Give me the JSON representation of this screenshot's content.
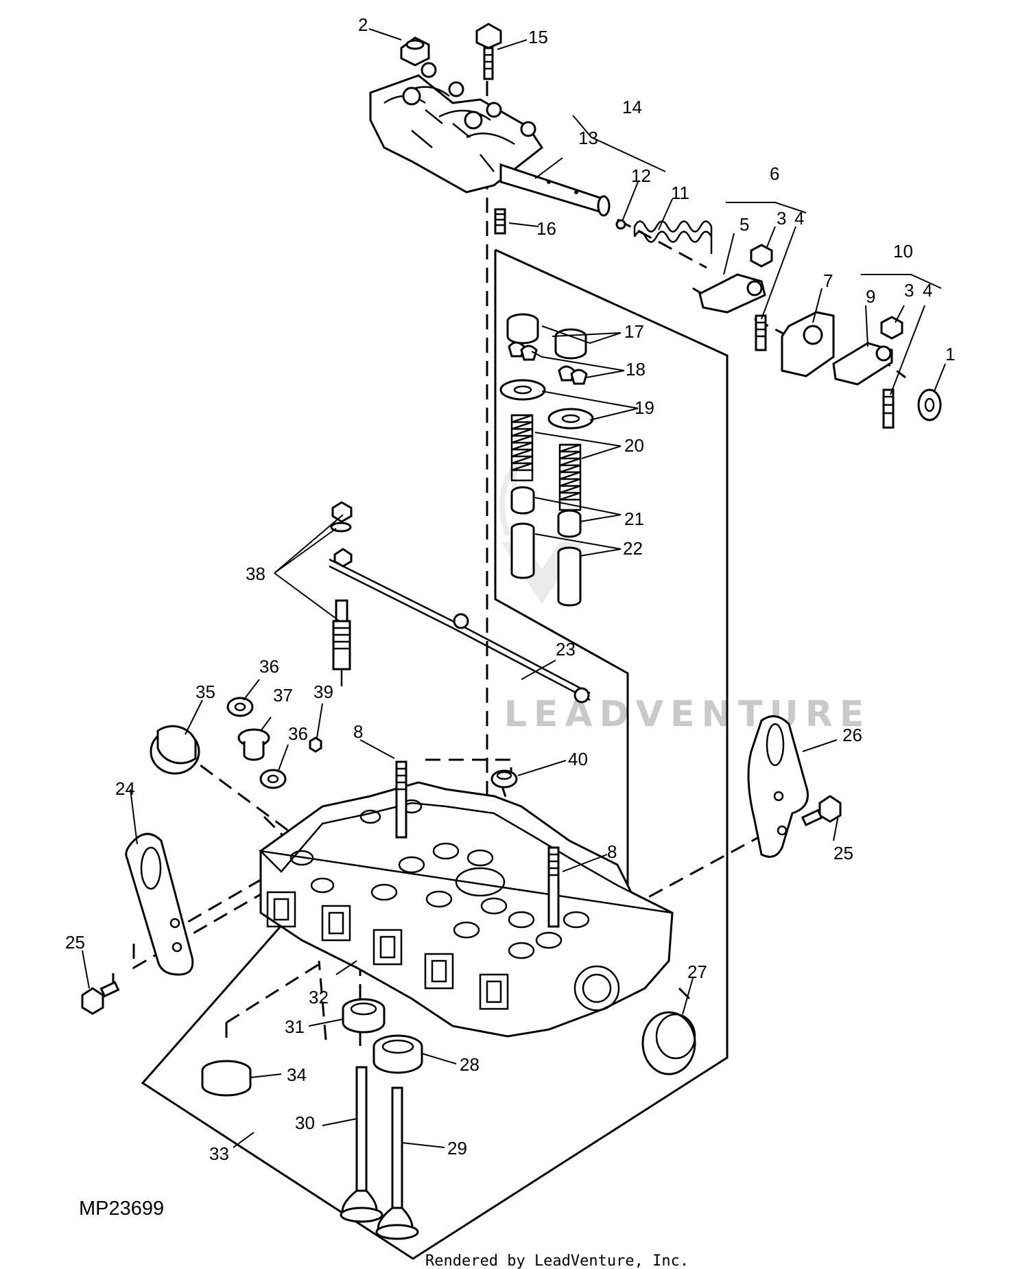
{
  "figure_code": "MP23699",
  "credit": "Rendered by LeadVenture, Inc.",
  "watermark": "LEADVENTURE",
  "callouts": {
    "c1": "1",
    "c2": "2",
    "c3a": "3",
    "c3b": "3",
    "c4a": "4",
    "c4b": "4",
    "c5": "5",
    "c6": "6",
    "c7": "7",
    "c8a": "8",
    "c8b": "8",
    "c9": "9",
    "c10": "10",
    "c11": "11",
    "c12": "12",
    "c13": "13",
    "c14": "14",
    "c15": "15",
    "c16": "16",
    "c17": "17",
    "c18": "18",
    "c19": "19",
    "c20": "20",
    "c21": "21",
    "c22": "22",
    "c23": "23",
    "c24": "24",
    "c25a": "25",
    "c25b": "25",
    "c26": "26",
    "c27": "27",
    "c28": "28",
    "c29": "29",
    "c30": "30",
    "c31": "31",
    "c32": "32",
    "c33": "33",
    "c34": "34",
    "c35": "35",
    "c36a": "36",
    "c36b": "36",
    "c37": "37",
    "c38": "38",
    "c39": "39",
    "c40": "40"
  }
}
